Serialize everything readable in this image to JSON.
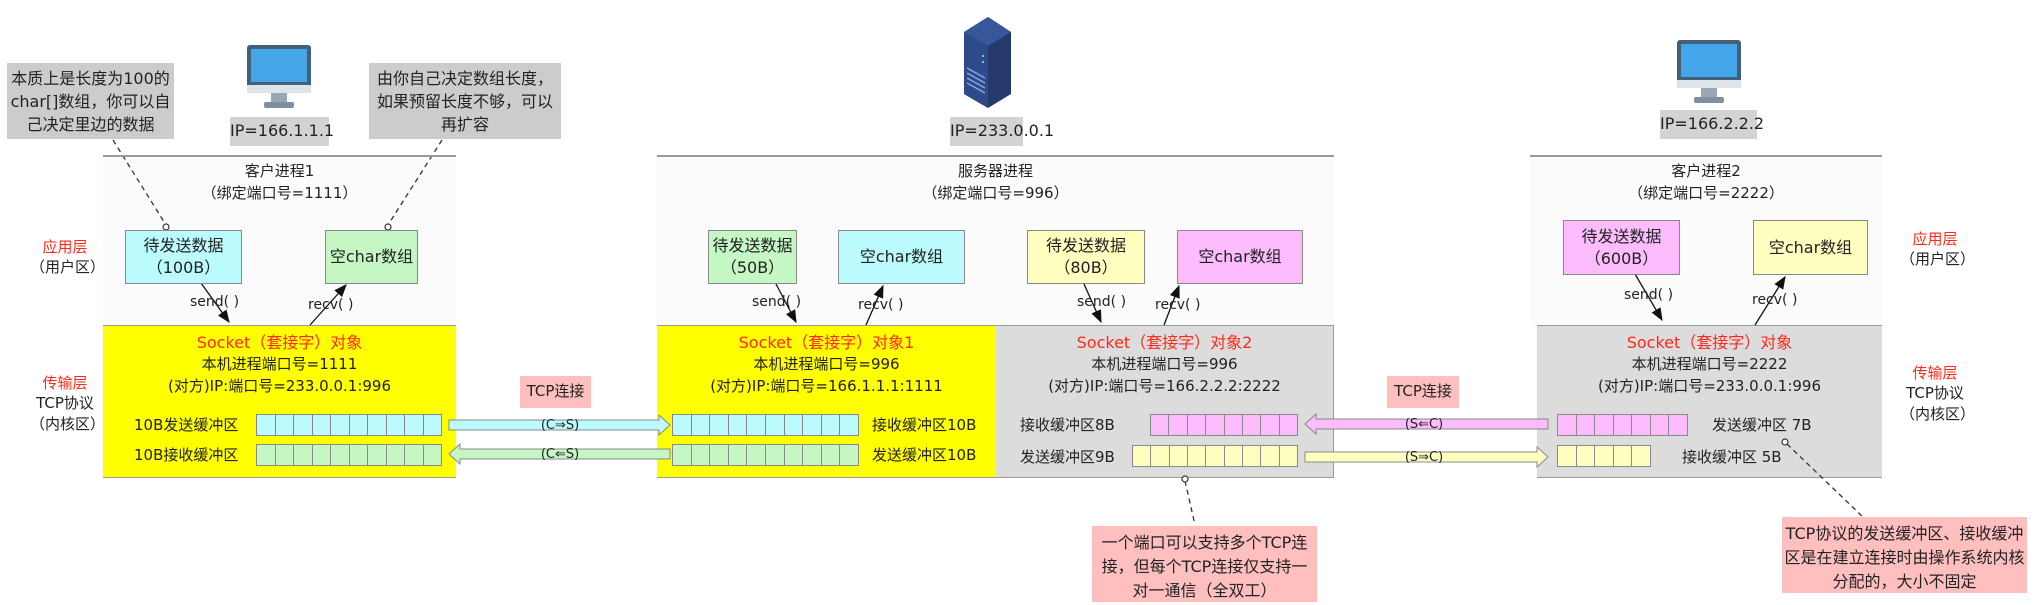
{
  "colors": {
    "cyan": "#bbfbfd",
    "green": "#c5f7c4",
    "yellow_light": "#ffffc0",
    "magenta": "#fdbcfd",
    "socket_yellow": "#ffff00",
    "socket_gray": "#dcdcdc",
    "note_gray": "#cccccc",
    "note_pink": "#ffbfbf",
    "layer_red": "#ff2a1a"
  },
  "notes": {
    "send_buffer_note": [
      "本质上是长度为100的",
      "char[]数组，你可以自",
      "己决定里边的数据"
    ],
    "recv_array_note": [
      "由你自己决定数组长度，",
      "如果预留长度不够，可以",
      "再扩容"
    ],
    "port_note": [
      "一个端口可以支持多个TCP连",
      "接，但每个TCP连接仅支持一",
      "对一通信（全双工）"
    ],
    "buffer_note": [
      "TCP协议的发送缓冲区、接收缓冲",
      "区是在建立连接时由操作系统内核",
      "分配的，大小不固定"
    ]
  },
  "hosts": {
    "client1": {
      "icon": "desktop-computer-icon",
      "ip": "IP=166.1.1.1"
    },
    "server": {
      "icon": "server-tower-icon",
      "ip": "IP=233.0.0.1"
    },
    "client2": {
      "icon": "desktop-computer-icon",
      "ip": "IP=166.2.2.2"
    }
  },
  "layers": {
    "app_left": {
      "name": "应用层",
      "sub": "（用户区）"
    },
    "transport_left": {
      "name": "传输层",
      "sub1": "TCP协议",
      "sub2": "（内核区）"
    },
    "app_right": {
      "name": "应用层",
      "sub": "（用户区）"
    },
    "transport_right": {
      "name": "传输层",
      "sub1": "TCP协议",
      "sub2": "（内核区）"
    }
  },
  "processes": {
    "client1": {
      "title": "客户进程1",
      "port": "（绑定端口号=1111）",
      "send_box": {
        "line1": "待发送数据",
        "line2": "（100B）"
      },
      "recv_box": {
        "line1": "空char数组"
      },
      "send_call": "send( )",
      "recv_call": "recv( )",
      "socket": {
        "title": "Socket（套接字）对象",
        "local": "本机进程端口号=1111",
        "remote": "(对方)IP:端口号=233.0.0.1:996",
        "send_buf_label": "10B发送缓冲区",
        "send_buf_cells": 10,
        "recv_buf_label": "10B接收缓冲区",
        "recv_buf_cells": 10
      }
    },
    "server": {
      "title": "服务器进程",
      "port": "（绑定端口号=996）",
      "send_box1": {
        "line1": "待发送数据",
        "line2": "（50B）"
      },
      "recv_box1": {
        "line1": "空char数组"
      },
      "send_box2": {
        "line1": "待发送数据",
        "line2": "（80B）"
      },
      "recv_box2": {
        "line1": "空char数组"
      },
      "send_call": "send( )",
      "recv_call": "recv( )",
      "socket1": {
        "title": "Socket（套接字）对象1",
        "local": "本机进程端口号=996",
        "remote": "(对方)IP:端口号=166.1.1.1:1111",
        "recv_buf_label": "接收缓冲区10B",
        "recv_buf_cells": 10,
        "send_buf_label": "发送缓冲区10B",
        "send_buf_cells": 10
      },
      "socket2": {
        "title": "Socket（套接字）对象2",
        "local": "本机进程端口号=996",
        "remote": "(对方)IP:端口号=166.2.2.2:2222",
        "recv_buf_label": "接收缓冲区8B",
        "recv_buf_cells": 8,
        "send_buf_label": "发送缓冲区9B",
        "send_buf_cells": 9
      }
    },
    "client2": {
      "title": "客户进程2",
      "port": "（绑定端口号=2222）",
      "send_box": {
        "line1": "待发送数据",
        "line2": "（600B）"
      },
      "recv_box": {
        "line1": "空char数组"
      },
      "send_call": "send( )",
      "recv_call": "recv( )",
      "socket": {
        "title": "Socket（套接字）对象",
        "local": "本机进程端口号=2222",
        "remote": "(对方)IP:端口号=233.0.0.1:996",
        "send_buf_label": "发送缓冲区 7B",
        "send_buf_cells": 7,
        "recv_buf_label": "接收缓冲区 5B",
        "recv_buf_cells": 5
      }
    }
  },
  "connections": {
    "conn1": {
      "label": "TCP连接",
      "forward": "(C⇒S)",
      "backward": "(C⇐S)"
    },
    "conn2": {
      "label": "TCP连接",
      "forward": "(S⇐C)",
      "backward": "(S⇒C)"
    }
  }
}
